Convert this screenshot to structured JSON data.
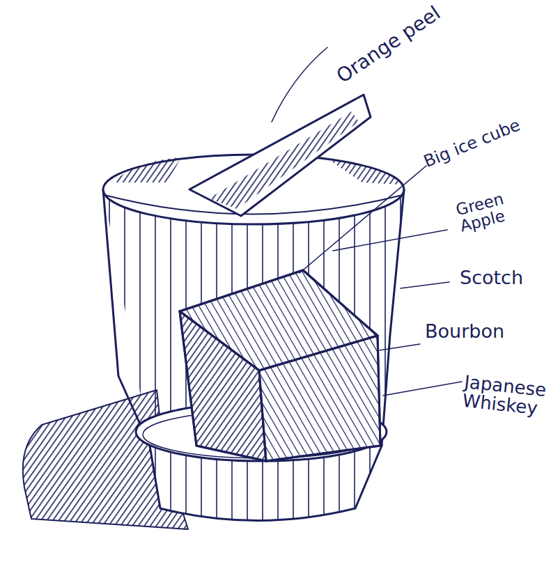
{
  "diagram": {
    "labels": [
      "Orange peel",
      "Big ice cube",
      "Green Apple",
      "Scotch",
      "Bourbon",
      "Japanese Whiskey"
    ]
  }
}
